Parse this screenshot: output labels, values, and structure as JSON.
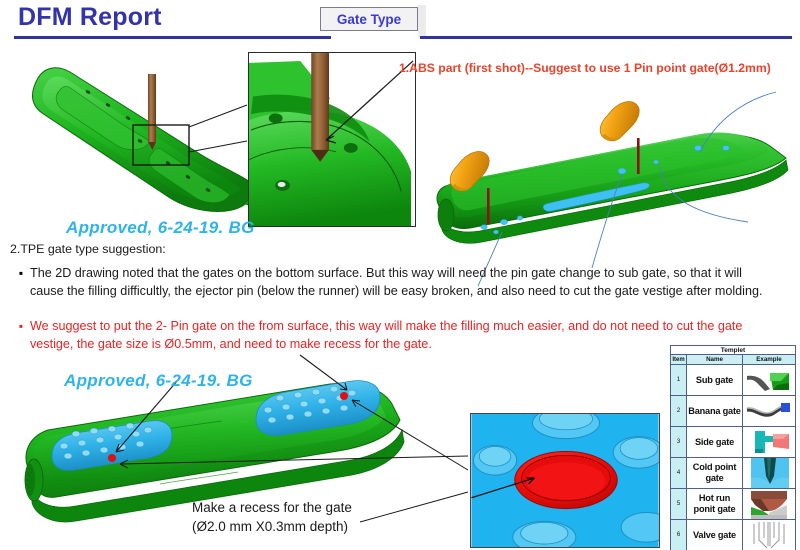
{
  "header": {
    "title": "DFM Report",
    "tab_label": "Gate Type",
    "rule_color": "#33339e",
    "title_color": "#3333aa"
  },
  "annotations": {
    "abs_note": "1.ABS part (first shot)--Suggest to use 1 Pin point gate(Ø1.2mm)",
    "abs_note_color": "#e8442c",
    "recess_note_line1": "Make a recess for the gate",
    "recess_note_line2": "(Ø2.0 mm X0.3mm depth)",
    "recess_note_color": "#1a1a1a"
  },
  "stamps": {
    "approval_top": "Approved, 6-24-19. BG",
    "approval_bottom": "Approved, 6-24-19. BG",
    "color": "#2eb4e8"
  },
  "body": {
    "section_heading": "2.TPE gate type suggestion:",
    "bullets": [
      {
        "marker": "▪",
        "color": "#1a1a1a",
        "text": "The 2D drawing noted that the gates on the bottom surface. But this way will need the pin gate change to sub gate, so that it will cause the filling difficultly, the ejector pin (below the runner) will be easy broken, and also need to cut the gate vestige after molding."
      },
      {
        "marker": "▪",
        "color": "#ee2222",
        "text": "We suggest to put the 2- Pin gate on the from surface, this way will make the filling much easier, and do not need to cut the gate vestige, the gate size is Ø0.5mm, and need to make recess for the gate."
      }
    ]
  },
  "templet_table": {
    "title": "Templet",
    "columns": [
      "Item",
      "Name",
      "Example"
    ],
    "rows": [
      {
        "item": "1",
        "name": "Sub gate",
        "example_icon": "sub-gate-thumb"
      },
      {
        "item": "2",
        "name": "Banana gate",
        "example_icon": "banana-gate-thumb"
      },
      {
        "item": "3",
        "name": "Side gate",
        "example_icon": "side-gate-thumb"
      },
      {
        "item": "4",
        "name": "Cold point gate",
        "example_icon": "cold-point-gate-thumb"
      },
      {
        "item": "5",
        "name": "Hot run ponit gate",
        "example_icon": "hot-runner-gate-thumb"
      },
      {
        "item": "6",
        "name": "Valve gate",
        "example_icon": "valve-gate-thumb"
      }
    ],
    "header_bg": "#c9eef2",
    "item_bg": "#c8eff4",
    "border_color": "#4d5f8a"
  },
  "figures": {
    "part_top_left": {
      "name": "abs-part-3d-view",
      "body_color": "#22b222",
      "gate_pin_color": "#9a6b3f"
    },
    "inset_pin_detail": {
      "name": "pin-gate-detail-inset",
      "body_color": "#19b019",
      "pin_color": "#9d6c3e"
    },
    "part_top_right": {
      "name": "tpe-part-3d-view",
      "body_color": "#1faa1f",
      "gate_cone_color": "#f0a818",
      "runner_color": "#8d1414",
      "highlight_color": "#35b6e8"
    },
    "part_bottom_left": {
      "name": "tpe-part-front-3d-view",
      "body_color": "#1fae1f",
      "grip_pad_color": "#35b6e8",
      "gate_dot_color": "#e01010"
    },
    "inset_recess_detail": {
      "name": "gate-recess-detail-inset",
      "bg_color": "#1fb4ef",
      "recess_color": "#f01010"
    }
  }
}
